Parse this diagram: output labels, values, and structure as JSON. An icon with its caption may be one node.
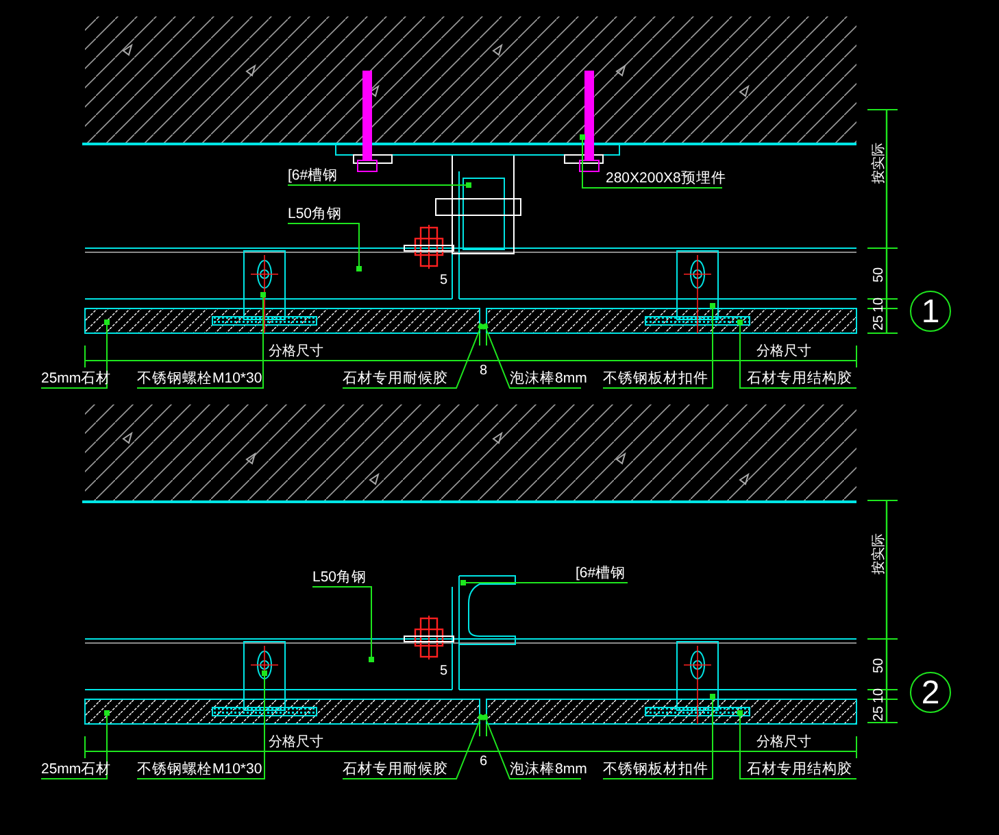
{
  "diagram": {
    "nodes": [
      {
        "text": [
          "[6#槽钢"
        ]
      },
      {
        "text": [
          "L50角钢"
        ]
      },
      {
        "text": [
          "280X200X8预埋件"
        ]
      },
      {
        "text": [
          "25mm石材"
        ]
      },
      {
        "text": [
          "不锈钢螺栓M10*30"
        ]
      },
      {
        "text": [
          "石材专用耐候胶"
        ]
      },
      {
        "text": [
          "泡沫棒8mm"
        ]
      },
      {
        "text": [
          "不锈钢板材扣件"
        ]
      },
      {
        "text": [
          "石材专用结构胶"
        ]
      },
      {
        "text": [
          "1"
        ]
      },
      {
        "text": [
          "L50角钢"
        ]
      },
      {
        "text": [
          "[6#槽钢"
        ]
      },
      {
        "text": [
          "25mm石材"
        ]
      },
      {
        "text": [
          "不锈钢螺栓M10*30"
        ]
      },
      {
        "text": [
          "石材专用耐候胶"
        ]
      },
      {
        "text": [
          "泡沫棒8mm"
        ]
      },
      {
        "text": [
          "不锈钢板材扣件"
        ]
      },
      {
        "text": [
          "石材专用结构胶"
        ]
      },
      {
        "text": [
          "2"
        ]
      }
    ],
    "edges": [
      {
        "from": 0,
        "to": null,
        "arrow": "other"
      },
      {
        "from": 1,
        "to": null,
        "arrow": "other"
      },
      {
        "from": 2,
        "to": null,
        "arrow": "other"
      },
      {
        "from": 3,
        "to": null,
        "arrow": "other"
      },
      {
        "from": 4,
        "to": null,
        "arrow": "other"
      },
      {
        "from": 5,
        "to": null,
        "arrow": "other"
      },
      {
        "from": 6,
        "to": null,
        "arrow": "other"
      },
      {
        "from": 7,
        "to": null,
        "arrow": "other"
      },
      {
        "from": 8,
        "to": null,
        "arrow": "other"
      },
      {
        "from": 10,
        "to": null,
        "arrow": "other"
      },
      {
        "from": 11,
        "to": null,
        "arrow": "other"
      },
      {
        "from": 12,
        "to": null,
        "arrow": "other"
      },
      {
        "from": 13,
        "to": null,
        "arrow": "other"
      },
      {
        "from": 14,
        "to": null,
        "arrow": "other"
      },
      {
        "from": 15,
        "to": null,
        "arrow": "other"
      },
      {
        "from": 16,
        "to": null,
        "arrow": "other"
      },
      {
        "from": 17,
        "to": null,
        "arrow": "other"
      }
    ],
    "labels": [
      "按实际",
      "50",
      "10",
      "25",
      "5",
      "分格尺寸",
      "8",
      "分格尺寸",
      "按实际",
      "50",
      "10",
      "25",
      "5",
      "分格尺寸",
      "6",
      "分格尺寸"
    ]
  }
}
